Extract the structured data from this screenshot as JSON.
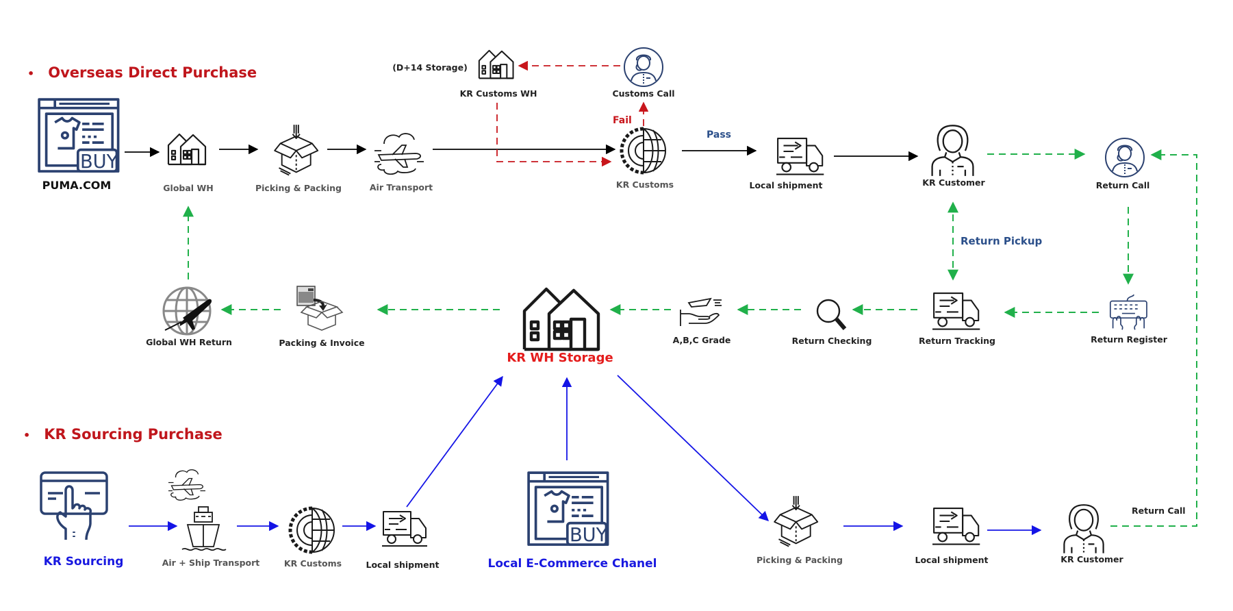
{
  "colors": {
    "section_title": "#c0161c",
    "flow_black": "#000000",
    "fail_red": "#c8161c",
    "return_green": "#20b04a",
    "sourcing_blue": "#1414e6",
    "icon_navy": "#2b4170",
    "pass_blue": "#2b4f8a",
    "kr_wh_red": "#e41c1c"
  },
  "sections": {
    "overseas": "Overseas Direct Purchase",
    "sourcing": "KR Sourcing Purchase",
    "bullet": "•"
  },
  "nodes": {
    "puma": {
      "label": "PUMA.COM",
      "icon": "web-shop-buy-icon"
    },
    "global_wh": {
      "label": "Global WH",
      "icon": "warehouse-icon"
    },
    "picking_packing_1": {
      "label": "Picking & Packing",
      "icon": "box-icon"
    },
    "air_transport": {
      "label": "Air Transport",
      "icon": "airplane-cloud-icon"
    },
    "kr_customs_1": {
      "label": "KR Customs",
      "icon": "gear-globe-icon"
    },
    "kr_customs_wh": {
      "label": "KR Customs WH",
      "icon": "warehouse-icon",
      "note": "(D+14 Storage)"
    },
    "customs_call": {
      "label": "Customs Call",
      "icon": "call-agent-icon"
    },
    "local_shipment_1": {
      "label": "Local shipment",
      "icon": "truck-icon"
    },
    "kr_customer_1": {
      "label": "KR Customer",
      "icon": "customer-icon"
    },
    "return_call": {
      "label": "Return Call",
      "icon": "call-agent-icon"
    },
    "return_register": {
      "label": "Return Register",
      "icon": "keyboard-icon"
    },
    "return_tracking": {
      "label": "Return Tracking",
      "icon": "truck-icon"
    },
    "return_checking": {
      "label": "Return Checking",
      "icon": "magnifier-icon"
    },
    "abc_grade": {
      "label": "A,B,C Grade",
      "icon": "hand-grade-icon"
    },
    "kr_wh_storage": {
      "label": "KR WH Storage",
      "icon": "warehouse-icon"
    },
    "packing_invoice": {
      "label": "Packing & Invoice",
      "icon": "invoice-box-icon"
    },
    "global_wh_return": {
      "label": "Global WH Return",
      "icon": "globe-plane-icon"
    },
    "kr_sourcing": {
      "label": "KR Sourcing",
      "icon": "card-touch-icon"
    },
    "air_ship_transport": {
      "label": "Air + Ship Transport",
      "icon": "plane-ship-icon"
    },
    "kr_customs_2": {
      "label": "KR Customs",
      "icon": "gear-globe-icon"
    },
    "local_shipment_2": {
      "label": "Local shipment",
      "icon": "truck-icon"
    },
    "local_ecommerce": {
      "label": "Local E-Commerce Chanel",
      "icon": "web-shop-buy-icon"
    },
    "picking_packing_2": {
      "label": "Picking & Packing",
      "icon": "box-icon"
    },
    "local_shipment_3": {
      "label": "Local shipment",
      "icon": "truck-icon"
    },
    "kr_customer_2": {
      "label": "KR Customer",
      "icon": "customer-icon"
    }
  },
  "edge_labels": {
    "fail": "Fail",
    "pass": "Pass",
    "return_pickup": "Return Pickup",
    "return_call_loop": "Return Call"
  },
  "edges": [
    {
      "from": "puma",
      "to": "global_wh",
      "style": "solid-black"
    },
    {
      "from": "global_wh",
      "to": "picking_packing_1",
      "style": "solid-black"
    },
    {
      "from": "picking_packing_1",
      "to": "air_transport",
      "style": "solid-black"
    },
    {
      "from": "air_transport",
      "to": "kr_customs_1",
      "style": "solid-black"
    },
    {
      "from": "kr_customs_1",
      "to": "customs_call",
      "style": "dashed-red",
      "label": "Fail"
    },
    {
      "from": "customs_call",
      "to": "kr_customs_wh",
      "style": "dashed-red"
    },
    {
      "from": "kr_customs_wh",
      "to": "kr_customs_1",
      "style": "dashed-red"
    },
    {
      "from": "kr_customs_1",
      "to": "local_shipment_1",
      "style": "solid-black",
      "label": "Pass"
    },
    {
      "from": "local_shipment_1",
      "to": "kr_customer_1",
      "style": "solid-black"
    },
    {
      "from": "kr_customer_1",
      "to": "return_call",
      "style": "dashed-green"
    },
    {
      "from": "return_call",
      "to": "return_register",
      "style": "dashed-green"
    },
    {
      "from": "return_register",
      "to": "return_tracking",
      "style": "dashed-green"
    },
    {
      "from": "kr_customer_1",
      "to": "return_tracking",
      "style": "dashed-green-both",
      "label": "Return Pickup"
    },
    {
      "from": "return_tracking",
      "to": "return_checking",
      "style": "dashed-green"
    },
    {
      "from": "return_checking",
      "to": "abc_grade",
      "style": "dashed-green"
    },
    {
      "from": "abc_grade",
      "to": "kr_wh_storage",
      "style": "dashed-green"
    },
    {
      "from": "kr_wh_storage",
      "to": "packing_invoice",
      "style": "dashed-green"
    },
    {
      "from": "packing_invoice",
      "to": "global_wh_return",
      "style": "dashed-green"
    },
    {
      "from": "global_wh_return",
      "to": "global_wh",
      "style": "dashed-green"
    },
    {
      "from": "kr_sourcing",
      "to": "air_ship_transport",
      "style": "solid-blue"
    },
    {
      "from": "air_ship_transport",
      "to": "kr_customs_2",
      "style": "solid-blue"
    },
    {
      "from": "kr_customs_2",
      "to": "local_shipment_2",
      "style": "solid-blue"
    },
    {
      "from": "local_shipment_2",
      "to": "kr_wh_storage",
      "style": "solid-blue"
    },
    {
      "from": "local_ecommerce",
      "to": "kr_wh_storage",
      "style": "solid-blue"
    },
    {
      "from": "kr_wh_storage",
      "to": "picking_packing_2",
      "style": "solid-blue"
    },
    {
      "from": "picking_packing_2",
      "to": "local_shipment_3",
      "style": "solid-blue"
    },
    {
      "from": "local_shipment_3",
      "to": "kr_customer_2",
      "style": "solid-blue"
    },
    {
      "from": "kr_customer_2",
      "to": "return_call",
      "style": "dashed-green",
      "label": "Return Call"
    }
  ]
}
